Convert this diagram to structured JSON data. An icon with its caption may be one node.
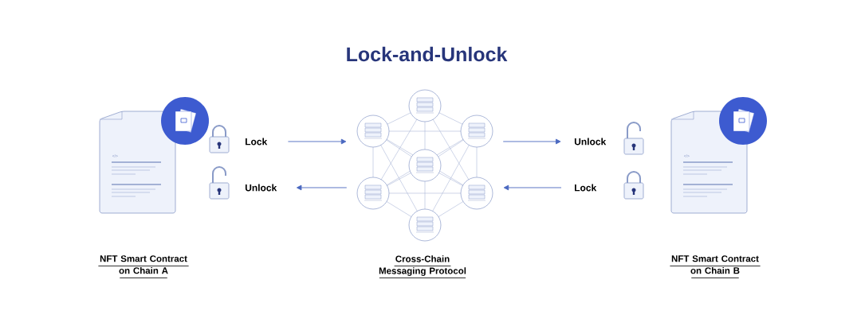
{
  "diagram": {
    "title": "Lock-and-Unlock",
    "nodes": [
      {
        "text": [
          "NFT Smart Contract on Chain A"
        ]
      },
      {
        "text": [
          "Lock"
        ]
      },
      {
        "text": [
          "Unlock"
        ]
      },
      {
        "text": [
          "Cross-Chain Messaging Protocol"
        ]
      },
      {
        "text": [
          "Unlock"
        ]
      },
      {
        "text": [
          "Lock"
        ]
      },
      {
        "text": [
          "NFT Smart Contract on Chain B"
        ]
      }
    ],
    "edges": [
      {
        "from": 1,
        "to": 3,
        "arrow": "to"
      },
      {
        "from": 3,
        "to": 2,
        "arrow": "to"
      },
      {
        "from": 3,
        "to": 4,
        "arrow": "to"
      },
      {
        "from": 5,
        "to": 3,
        "arrow": "to"
      }
    ],
    "labels": [
      "</>",
      "</>"
    ]
  }
}
